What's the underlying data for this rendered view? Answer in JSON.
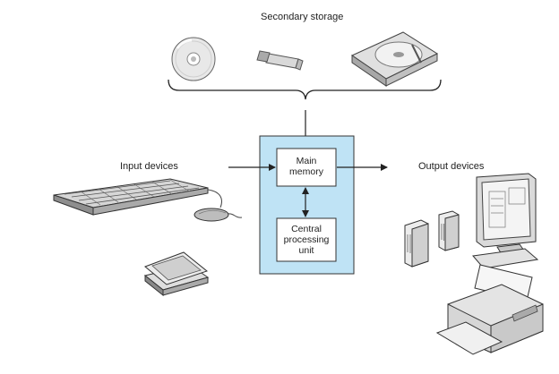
{
  "labels": {
    "secondary_storage": "Secondary storage",
    "input_devices": "Input devices",
    "output_devices": "Output devices",
    "main_memory_line1": "Main",
    "main_memory_line2": "memory",
    "cpu_line1": "Central",
    "cpu_line2": "processing",
    "cpu_line3": "unit"
  },
  "colors": {
    "computer_panel": "#bfe3f5",
    "stroke": "#222222",
    "device_fill": "#e6e6e6",
    "device_shadow": "#9a9a9a"
  },
  "icons": [
    "optical-disc-icon",
    "usb-flash-drive-icon",
    "hard-disk-drive-icon",
    "keyboard-icon",
    "mouse-icon",
    "flatbed-scanner-icon",
    "speakers-icon",
    "monitor-icon",
    "printer-icon"
  ]
}
